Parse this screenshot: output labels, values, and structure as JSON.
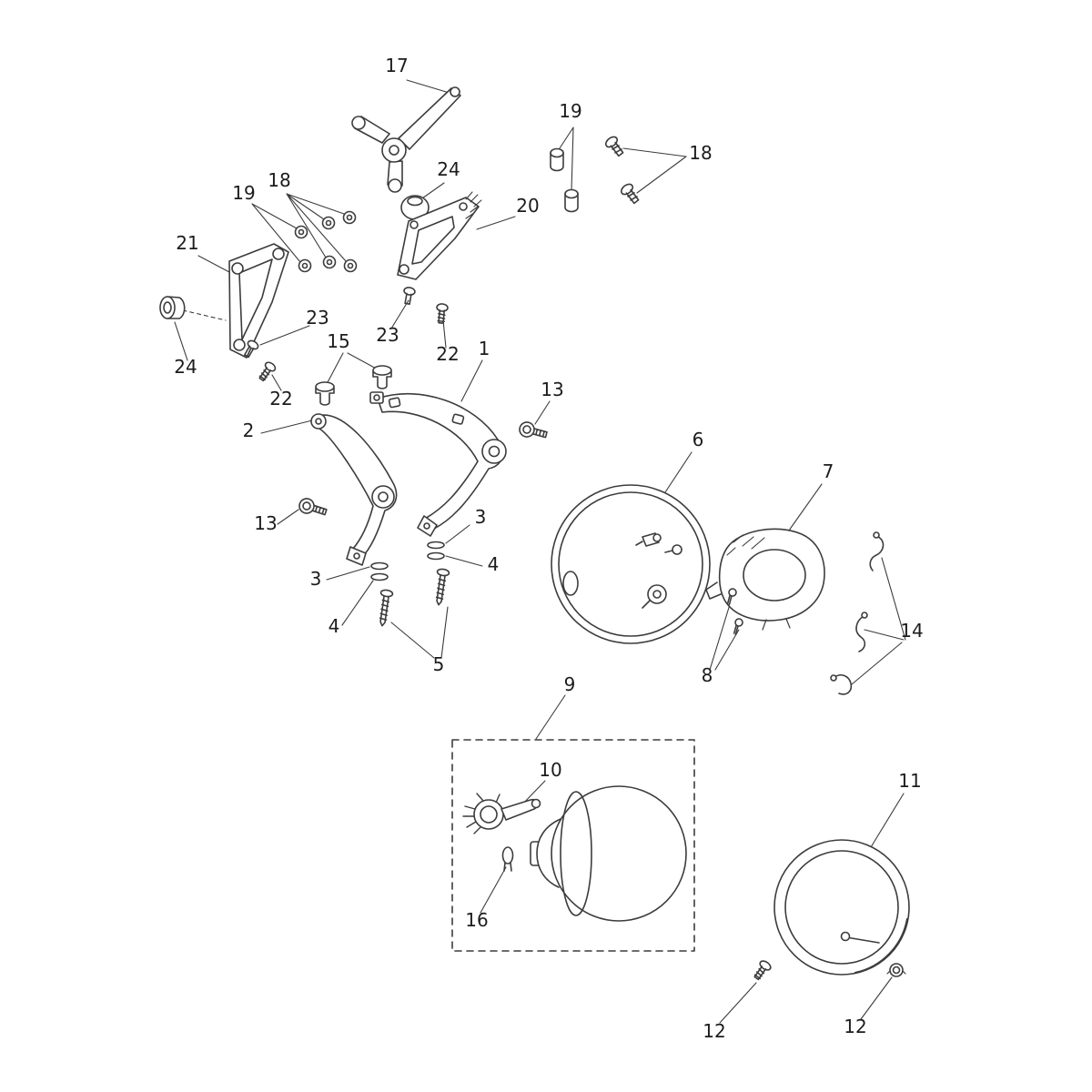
{
  "style": {
    "background": "#ffffff",
    "line_color": "#3c3c3c",
    "label_color": "#1c1c1c"
  },
  "diagram": {
    "labels": [
      {
        "text": "17"
      },
      {
        "text": "19"
      },
      {
        "text": "18"
      },
      {
        "text": "24"
      },
      {
        "text": "20"
      },
      {
        "text": "19"
      },
      {
        "text": "18"
      },
      {
        "text": "21"
      },
      {
        "text": "23"
      },
      {
        "text": "23"
      },
      {
        "text": "22"
      },
      {
        "text": "15"
      },
      {
        "text": "1"
      },
      {
        "text": "24"
      },
      {
        "text": "22"
      },
      {
        "text": "13"
      },
      {
        "text": "2"
      },
      {
        "text": "6"
      },
      {
        "text": "7"
      },
      {
        "text": "13"
      },
      {
        "text": "3"
      },
      {
        "text": "4"
      },
      {
        "text": "3"
      },
      {
        "text": "4"
      },
      {
        "text": "5"
      },
      {
        "text": "8"
      },
      {
        "text": "14"
      },
      {
        "text": "9"
      },
      {
        "text": "10"
      },
      {
        "text": "16"
      },
      {
        "text": "11"
      },
      {
        "text": "12"
      },
      {
        "text": "12"
      }
    ]
  }
}
